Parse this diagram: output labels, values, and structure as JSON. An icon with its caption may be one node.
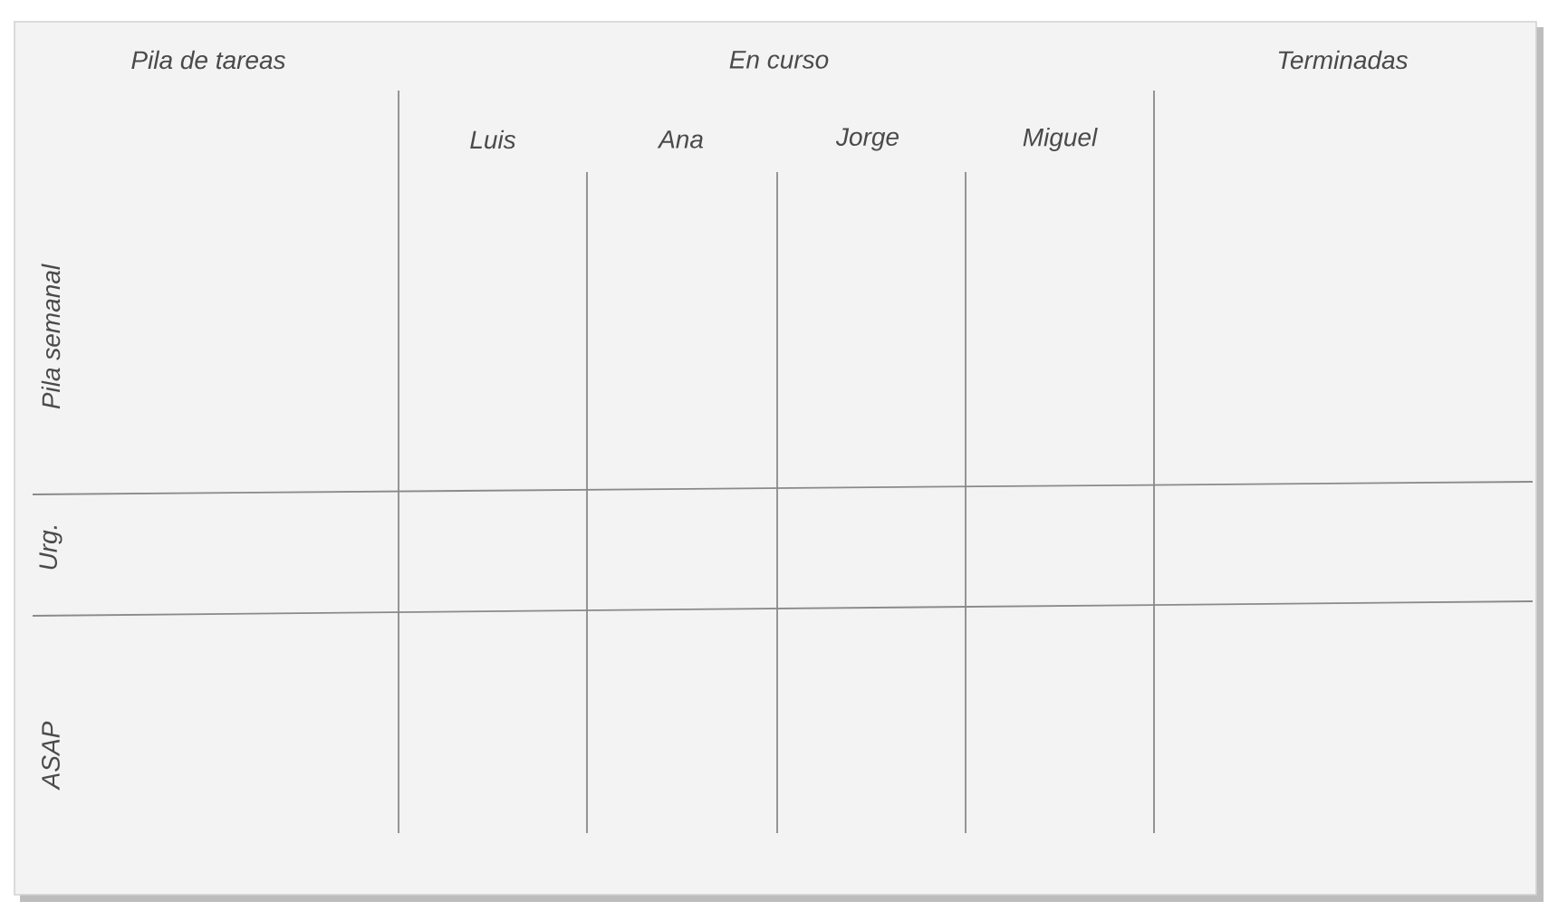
{
  "diagram": {
    "labels": [
      "Pila de tareas",
      "En curso",
      "Terminadas",
      "Luis",
      "Ana",
      "Jorge",
      "Miguel",
      "Pila semanal",
      "Urg.",
      "ASAP"
    ]
  }
}
